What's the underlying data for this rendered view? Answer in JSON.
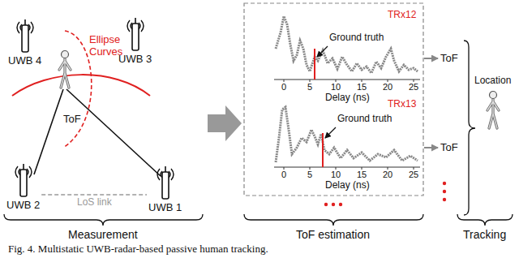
{
  "diagram": {
    "caption": "Fig. 4. Multistatic UWB-radar-based passive human tracking.",
    "nodes": [
      {
        "text": [
          "UWB 4"
        ]
      },
      {
        "text": [
          "UWB 3"
        ]
      },
      {
        "text": [
          "UWB 2"
        ]
      },
      {
        "text": [
          "UWB 1"
        ]
      }
    ],
    "edges": [
      {
        "from": 2,
        "to": 3,
        "label": "LoS link",
        "arrow": "none"
      }
    ],
    "labels": [
      "Ellipse Curves",
      "ToF",
      "Measurement",
      "TRx12",
      "Ground truth",
      "0",
      "5",
      "10",
      "15",
      "20",
      "25",
      "Delay (ns)",
      "TRx13",
      "Ground truth",
      "0",
      "5",
      "10",
      "15",
      "20",
      "25",
      "Delay (ns)",
      "ToF",
      "ToF",
      "ToF estimation",
      "Location",
      "Tracking"
    ]
  }
}
